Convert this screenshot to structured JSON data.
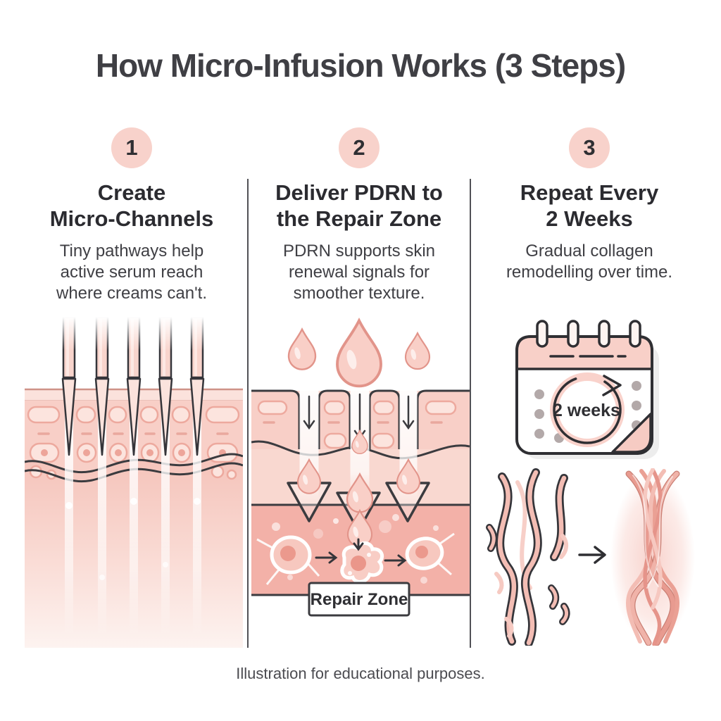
{
  "title": "How Micro-Infusion Works (3 Steps)",
  "caption": "Illustration for educational purposes.",
  "steps": [
    {
      "number": "1",
      "heading_line1": "Create",
      "heading_line2": "Micro-Channels",
      "description": "Tiny pathways help active serum reach where creams can't."
    },
    {
      "number": "2",
      "heading_line1": "Deliver PDRN to",
      "heading_line2": "the Repair Zone",
      "description": "PDRN supports skin renewal signals for smoother texture."
    },
    {
      "number": "3",
      "heading_line1": "Repeat Every",
      "heading_line2": "2 Weeks",
      "description": "Gradual collagen remodelling over time."
    }
  ],
  "labels": {
    "repair_zone": "Repair Zone",
    "two_weeks": "2 weeks"
  },
  "colors": {
    "badge_pink": "#f8d2cb",
    "skin_pink": "#f8cfc7",
    "skin_light": "#fbe2dc",
    "repair_pink": "#f3b1a8",
    "outline_ink": "#35353a",
    "heading_text": "#2b2b30",
    "body_text": "#3f3f44",
    "divider_gray": "#515156"
  }
}
